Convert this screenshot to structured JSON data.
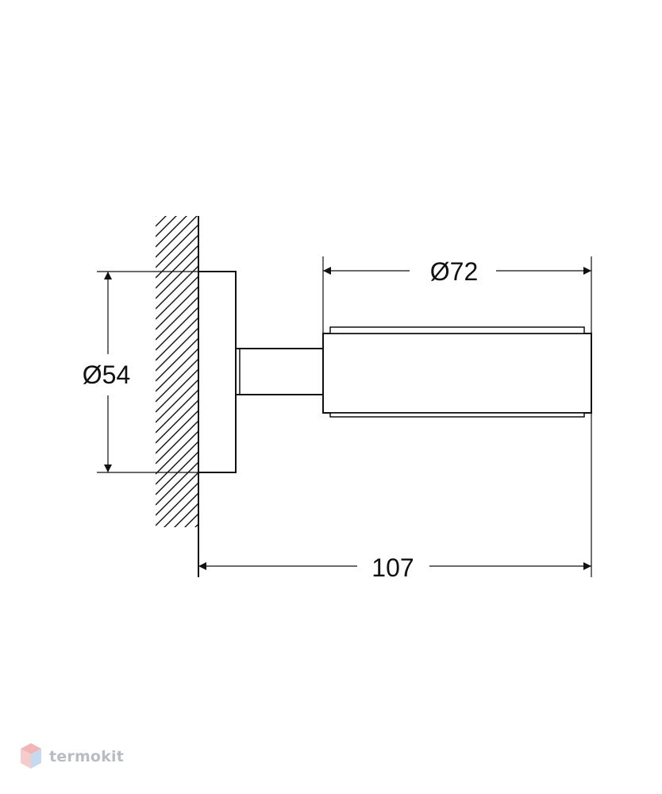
{
  "diagram": {
    "dimensions": {
      "height_diameter": "Ø54",
      "holder_diameter": "Ø72",
      "total_depth": "107"
    }
  },
  "watermark": {
    "text": "termokit"
  }
}
